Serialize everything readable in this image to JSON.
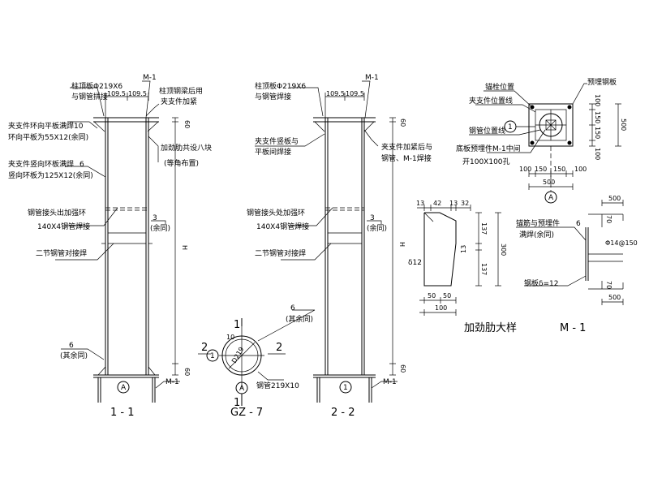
{
  "s11": {
    "m1_top": "M-1",
    "col_top_plate": "柱顶板Φ219X6",
    "col_top_weld": "与钢管拼接",
    "dim_top_a": "109.5",
    "dim_top_b": "109.5",
    "clamp_after": "柱顶钢梁后用",
    "clamp_tight": "夹支件加紧",
    "ring_weld": "夹支件环向平板满焊10",
    "ring_plate": "环向平板为55X12(余同)",
    "vert_weld": "夹支件竖向环板满焊",
    "vert_weld_num": "6",
    "vert_plate": "竖向环板为125X12(余同)",
    "rib_set": "加劲肋共设八块",
    "rib_even": "(等角布置)",
    "dim_60_top": "60",
    "joint_ring": "钢管接头出加强环",
    "joint_weld": "140X4钢管焊接",
    "weld3": "3",
    "same": "(余同)",
    "h_label": "H",
    "butt": "二节钢管对接焊",
    "weld6": "6",
    "same2": "(其余同)",
    "dim_60_bot": "60",
    "axis": "A",
    "m1_bot": "M-1",
    "title": "1 - 1"
  },
  "gz7": {
    "weld6": "6",
    "same": "(其余同)",
    "sec2": "2",
    "sec1": "1",
    "d10": "10",
    "d219": "D219",
    "axis": "A",
    "pipe": "钢管219X10",
    "title": "GZ - 7"
  },
  "s22": {
    "m1_top": "M-1",
    "col_top_plate": "柱顶板Φ219X6",
    "col_top_weld": "与钢管焊接",
    "dim_top_a": "109.5",
    "dim_top_b": "109.5",
    "dim_60_top": "60",
    "plate1": "夹支件竖板与",
    "plate2": "平板间焊接",
    "clamp_after": "夹支件加紧后与",
    "clamp_pipe": "钢管、M-1焊接",
    "joint_ring": "钢管接头处加强环",
    "joint_weld": "140X4钢管焊接",
    "weld3": "3",
    "same": "(余同)",
    "h_label": "H",
    "butt": "二节钢管对接焊",
    "dim_60_bot": "60",
    "axis": "1",
    "m1_bot": "M-1",
    "title": "2 - 2"
  },
  "base": {
    "anchor_pos": "锚栓位置",
    "clamp_line": "夹支件位置线",
    "pipe_line": "钢管位置线",
    "embed_plate": "预埋钢板",
    "bottom_plate": "底板预埋件M-1中间",
    "hole": "开100X100孔",
    "marker": "1",
    "d100a": "100",
    "d150a": "150",
    "d150b": "150",
    "d100b": "100",
    "d500v": "500",
    "d100c": "100",
    "d150c": "150",
    "d150d": "150",
    "d100d": "100",
    "d500h": "500",
    "axis": "A"
  },
  "rib": {
    "d13a": "13",
    "d42": "42",
    "d13b": "13",
    "d32": "32",
    "d137a": "137",
    "d13c": "13",
    "d300": "300",
    "d137b": "137",
    "delta": "δ12",
    "d50a": "50",
    "d50b": "50",
    "d100": "100",
    "title": "加劲肋大样"
  },
  "m1": {
    "d500top": "500",
    "anchor1": "锚筋与预埋件",
    "anchor_num": "6",
    "anchor2": "满焊(余同)",
    "d70a": "70",
    "bar": "Φ14@150",
    "plate": "钢板δ=12",
    "d70b": "70",
    "d500bot": "500",
    "title": "M - 1"
  }
}
